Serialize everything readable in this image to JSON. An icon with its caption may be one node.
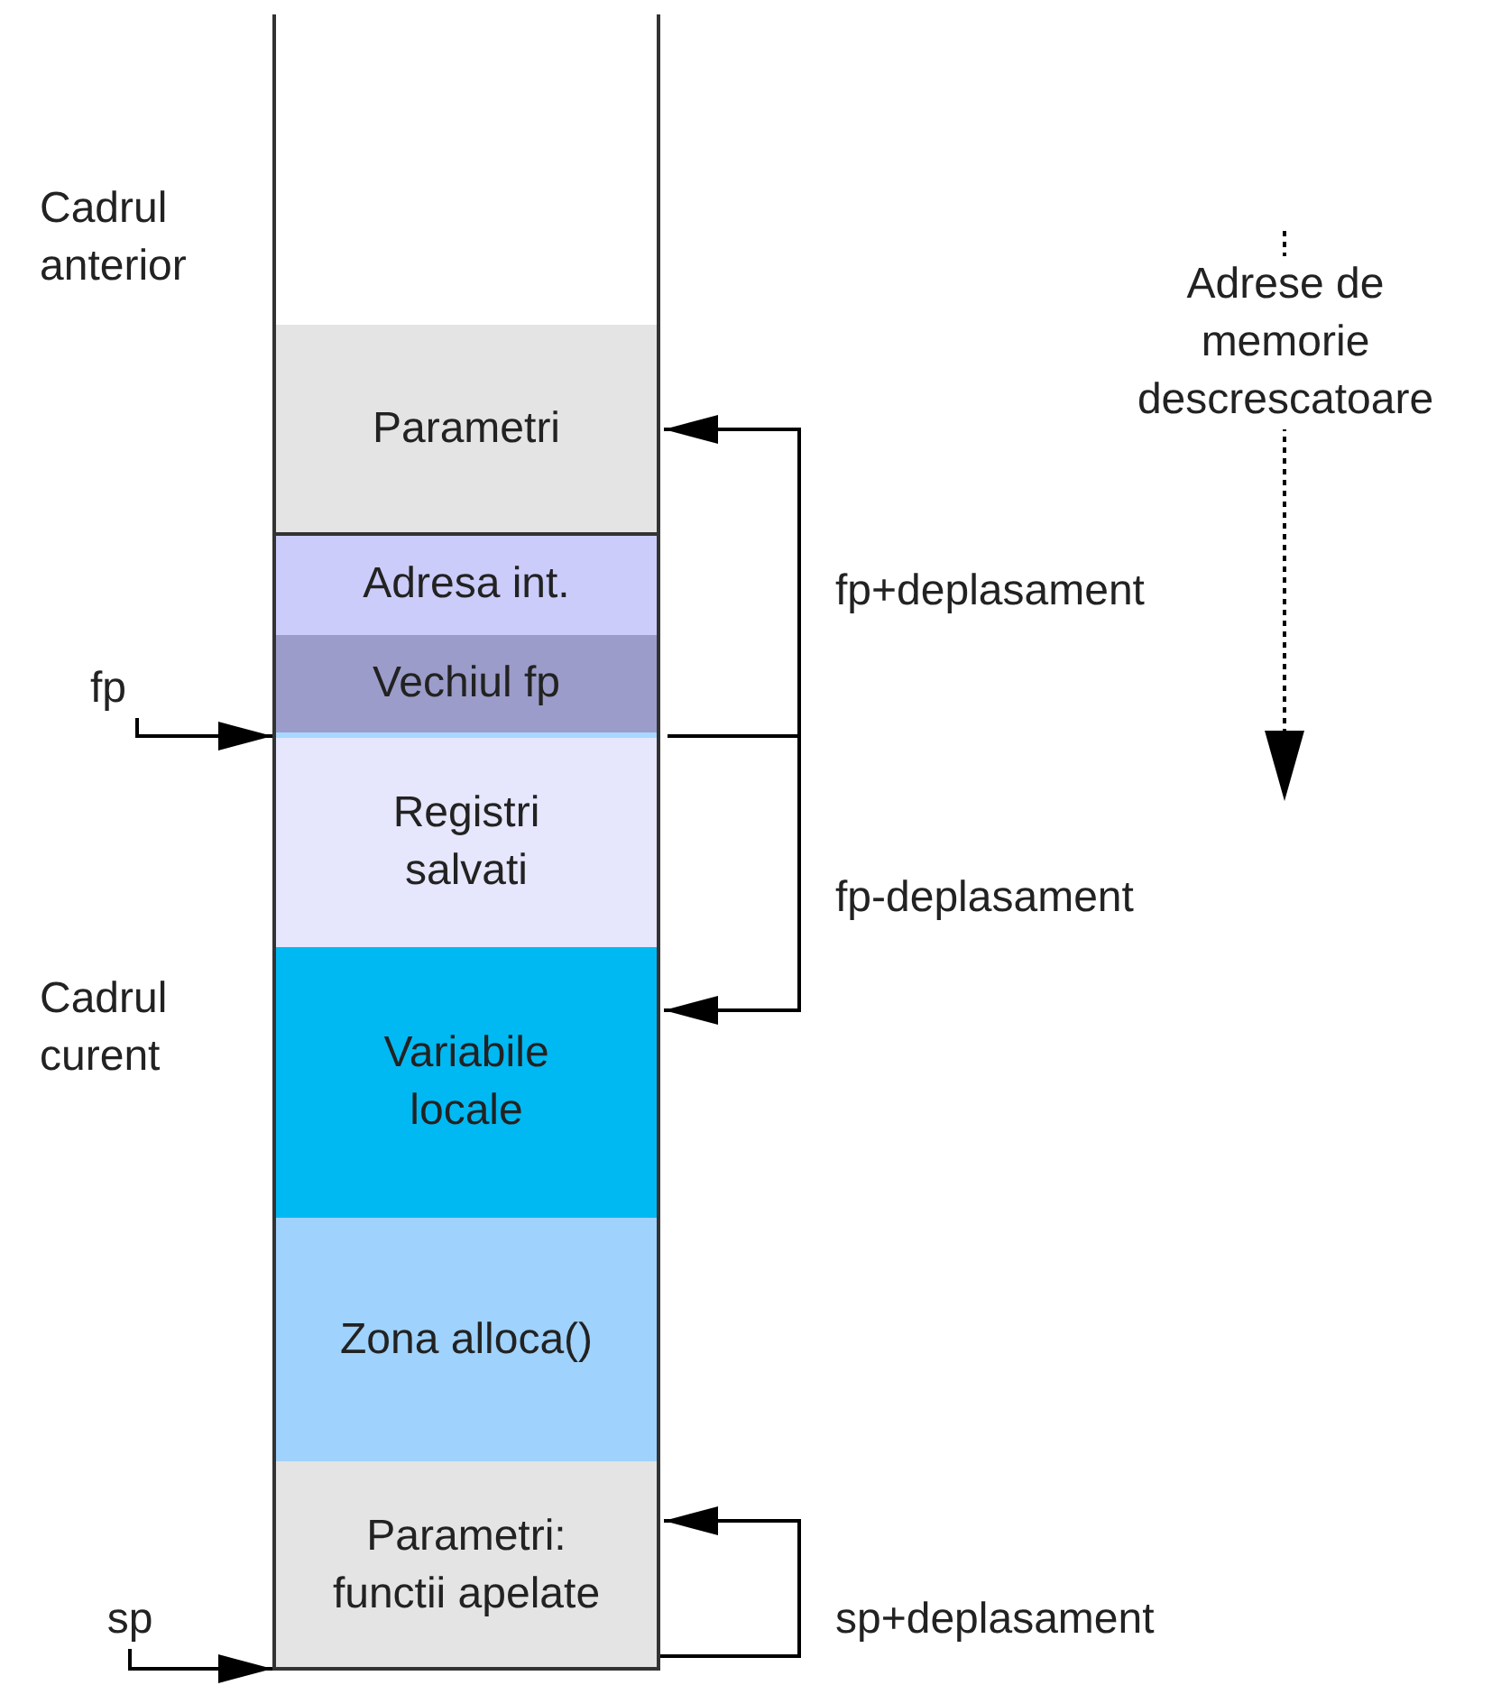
{
  "diagram": {
    "nodes": [
      {
        "text": [
          "Parametri"
        ]
      },
      {
        "text": [
          "Adresa int."
        ]
      },
      {
        "text": [
          "Vechiul fp"
        ]
      },
      {
        "text": [
          "Registri salvati"
        ]
      },
      {
        "text": [
          "Variabile locale"
        ]
      },
      {
        "text": [
          "Zona alloca()"
        ]
      },
      {
        "text": [
          "Parametri: functii apelate"
        ]
      },
      {
        "text": [
          "fp"
        ]
      },
      {
        "text": [
          "sp"
        ]
      }
    ],
    "edges": [
      {
        "from": 7,
        "to": 2,
        "arrow": "to"
      },
      {
        "from": 8,
        "to": 6,
        "arrow": "to"
      },
      {
        "from": 2,
        "to": 0,
        "arrow": "to",
        "label": "fp+deplasament"
      },
      {
        "from": 2,
        "to": 4,
        "arrow": "to",
        "label": "fp-deplasament"
      },
      {
        "from": 6,
        "to": 6,
        "arrow": "to",
        "label": "sp+deplasament"
      }
    ],
    "labels": [
      "Cadrul anterior",
      "Adrese de memorie descrescatoare",
      "Cadrul curent"
    ]
  }
}
